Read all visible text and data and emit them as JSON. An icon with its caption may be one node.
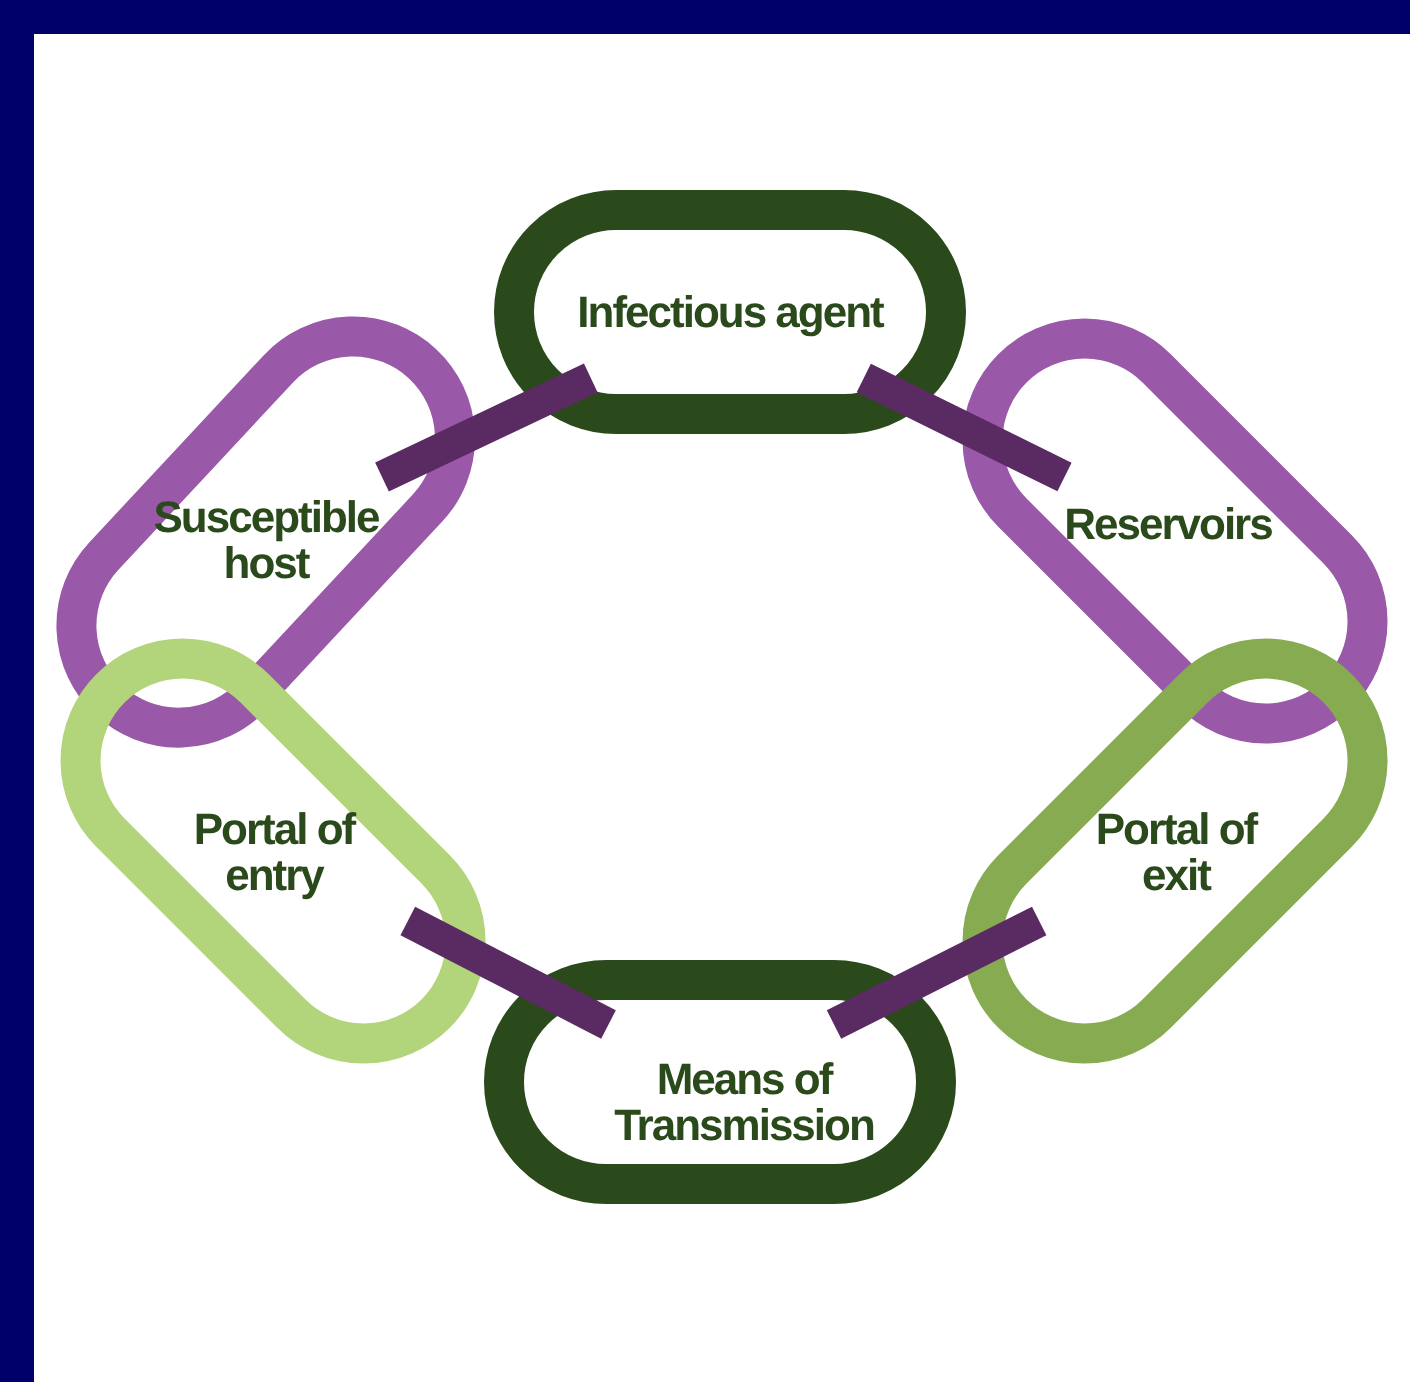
{
  "diagram": {
    "nodes": [
      {
        "text": [
          "Infectious agent"
        ]
      },
      {
        "text": [
          "Susceptible host"
        ]
      },
      {
        "text": [
          "Reservoirs"
        ]
      },
      {
        "text": [
          "Portal of entry"
        ]
      },
      {
        "text": [
          "Portal of exit"
        ]
      },
      {
        "text": [
          "Means of Transmission"
        ]
      }
    ],
    "edges": [
      {
        "from": 0,
        "to": 1,
        "arrow": "none"
      },
      {
        "from": 0,
        "to": 2,
        "arrow": "none"
      },
      {
        "from": 3,
        "to": 5,
        "arrow": "none"
      },
      {
        "from": 4,
        "to": 5,
        "arrow": "none"
      }
    ]
  }
}
